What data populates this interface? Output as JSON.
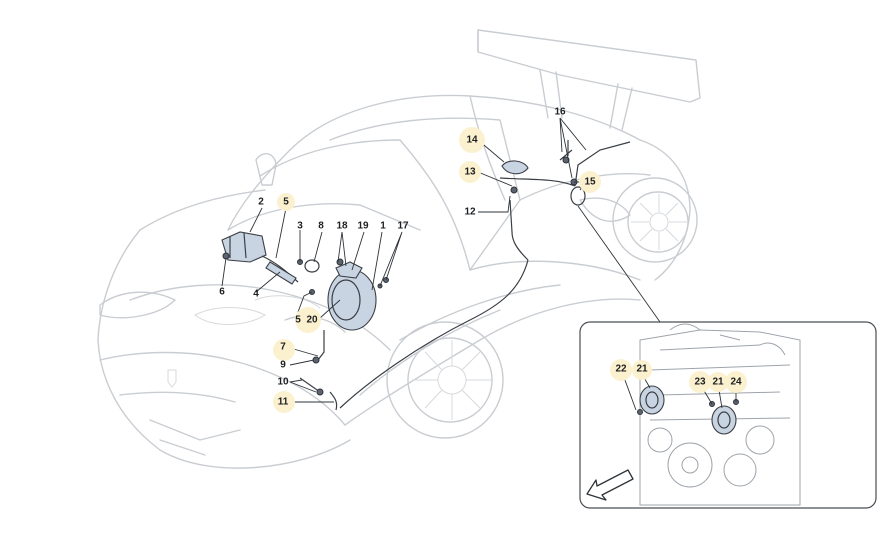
{
  "callouts": {
    "c1": "1",
    "c2": "2",
    "c3": "3",
    "c4": "4",
    "c5a": "5",
    "c5b": "5",
    "c6": "6",
    "c7": "7",
    "c8": "8",
    "c9": "9",
    "c10": "10",
    "c11": "11",
    "c12": "12",
    "c13": "13",
    "c14": "14",
    "c15": "15",
    "c16": "16",
    "c17": "17",
    "c18": "18",
    "c19": "19",
    "c20": "20",
    "c21a": "21",
    "c21b": "21",
    "c22": "22",
    "c23": "23",
    "c24": "24"
  },
  "icons": {
    "direction_arrow": "arrow-down-left-icon"
  },
  "colors": {
    "car_outline": "#c9cdd2",
    "part_fill": "#c9d4e3",
    "callout_highlight": "#fbf1cf",
    "leader_line": "#2f343a"
  }
}
